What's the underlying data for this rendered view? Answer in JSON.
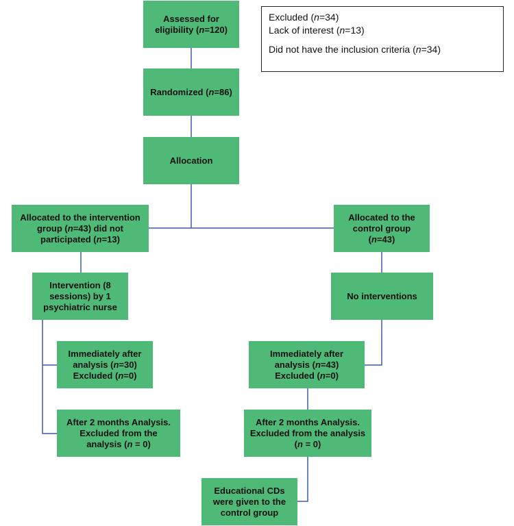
{
  "exclusion_note": {
    "line1_prefix": "Excluded (",
    "line1_n": "n",
    "line1_suffix": "=34)",
    "line2_prefix": "Lack of interest (",
    "line2_n": "n",
    "line2_suffix": "=13)",
    "line3_prefix": "Did not have the inclusion criteria (",
    "line3_n": "n",
    "line3_suffix": "=34)"
  },
  "boxes": {
    "assessed": {
      "l1": "Assessed for",
      "l2_prefix": "eligibility (",
      "n": "n",
      "l2_suffix": "=120)"
    },
    "randomized": {
      "prefix": "Randomized (",
      "n": "n",
      "suffix": "=86)"
    },
    "allocation": {
      "label": "Allocation"
    },
    "alloc_intervention": {
      "l1": "Allocated to the intervention",
      "l2_prefix": "group (",
      "n1": "n",
      "l2_suffix": "=43) did not",
      "l3_prefix": "participated (",
      "n2": "n",
      "l3_suffix": "=13)"
    },
    "alloc_control": {
      "l1": "Allocated to the",
      "l2": "control group",
      "l3_prefix": "(",
      "n": "n",
      "l3_suffix": "=43)"
    },
    "intervention": {
      "l1": "Intervention (8",
      "l2": "sessions) by 1",
      "l3": "psychiatric nurse"
    },
    "no_intervention": {
      "label": "No interventions"
    },
    "immediate_int": {
      "l1": "Immediately after",
      "l2_prefix": "analysis (",
      "n": "n",
      "l2_suffix": "=30)",
      "l3_prefix": "Excluded (",
      "n2": "n",
      "l3_suffix": "=0)"
    },
    "immediate_ctl": {
      "l1": "Immediately after",
      "l2_prefix": "analysis (",
      "n": "n",
      "l2_suffix": "=43)",
      "l3_prefix": "Excluded (",
      "n2": "n",
      "l3_suffix": "=0)"
    },
    "after2_int": {
      "l1": "After 2 months Analysis.",
      "l2": "Excluded from the",
      "l3_prefix": "analysis (",
      "n": "n",
      "l3_suffix": " = 0)"
    },
    "after2_ctl": {
      "l1": "After 2 months Analysis.",
      "l2": "Excluded from the analysis",
      "l3_prefix": "(",
      "n": "n",
      "l3_suffix": " = 0)"
    },
    "educational": {
      "l1": "Educational CDs",
      "l2": "were given to the",
      "l3": "control group"
    }
  },
  "colors": {
    "box_fill": "#4fba78",
    "connector": "#3d5aa8"
  }
}
